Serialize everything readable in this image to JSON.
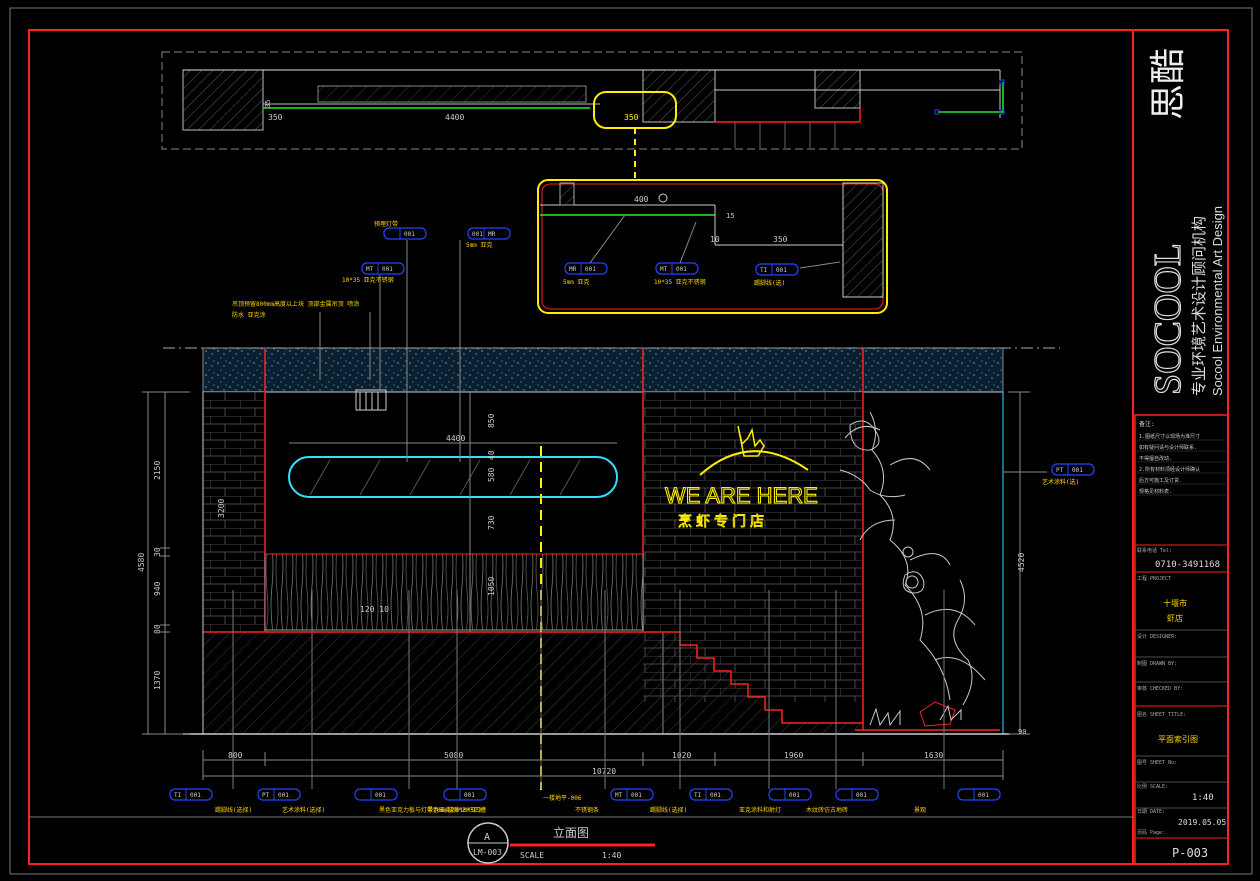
{
  "colors": {
    "frame": "#ff2020",
    "line": "#ffffff",
    "brick": "#7a0000",
    "ceiling": "#1a4a66",
    "yellow": "#ffee00",
    "cyan": "#33e0ff",
    "green": "#22ee22",
    "blue": "#2244ff",
    "dim": "#9a9a9a",
    "tag": "#ffd400"
  },
  "plan": {
    "dims": {
      "d350a": "350",
      "d35": "35",
      "d4400": "4400",
      "d350b": "350"
    }
  },
  "detail": {
    "dims": {
      "d400": "400",
      "d10": "10",
      "d350": "350",
      "d15": "15"
    },
    "tags": [
      {
        "code": "MR",
        "num": "001",
        "label": "5mm 亚克"
      },
      {
        "code": "MT",
        "num": "001",
        "label": "10*35 亚克不锈钢"
      },
      {
        "code": "TI",
        "num": "001",
        "label": "踢脚线(选)"
      }
    ]
  },
  "callouts": {
    "top": [
      {
        "code": "",
        "num": "001",
        "label": "预埋灯带"
      },
      {
        "code": "001",
        "num": "MR",
        "label": "5mm 亚克"
      },
      {
        "code": "MT",
        "num": "001",
        "label": "10*35 亚克不锈钢"
      }
    ],
    "note1": "吊顶预留800mm高度以上块  顶部金属吊顶  喷涂",
    "note2": "防水  亚克涂",
    "right": {
      "code": "PT",
      "num": "001",
      "label": "艺术涂料(选)"
    },
    "bottom": [
      {
        "code": "TI",
        "num": "001",
        "label": "踢脚线(选择)"
      },
      {
        "code": "PT",
        "num": "001",
        "label": "艺术涂料(选择)"
      },
      {
        "code": "",
        "num": "001",
        "label": "黑色亚克力板与灯带20mm缝隙10*5凹槽"
      },
      {
        "code": "",
        "num": "001",
        "label": "黑色亚克20*20凹口"
      },
      {
        "code": "",
        "num": "",
        "label": "一楼地平-006"
      },
      {
        "code": "MT",
        "num": "001",
        "label": "不锈钢条"
      },
      {
        "code": "TI",
        "num": "001",
        "label": "踢脚线(选择)"
      },
      {
        "code": "",
        "num": "001",
        "label": "亚克涂料和射灯"
      },
      {
        "code": "",
        "num": "001",
        "label": "木纹砖仿古地砖"
      },
      {
        "code": "",
        "num": "001",
        "label": "景观"
      }
    ]
  },
  "elevation": {
    "sign_title": "WE ARE HERE",
    "sign_sub": "烹虾专门店",
    "dims": {
      "w4400": "4400",
      "d850": "850",
      "d40": "40",
      "d580": "580",
      "d730": "730",
      "d1050": "1050",
      "d120_10": "120  10",
      "left2150": "2150",
      "left30": "30",
      "left940": "940",
      "left80": "80",
      "left1370": "1370",
      "left4580": "4580",
      "left3200": "3200",
      "right4520": "4520",
      "right90": "90",
      "b800": "800",
      "b5080": "5080",
      "b1020": "1020",
      "b1960": "1960",
      "b1630": "1630",
      "b10720": "10720"
    }
  },
  "label": {
    "letter": "A",
    "sheet_ref": "LM-003",
    "title": "立面图",
    "scale_label": "SCALE",
    "scale_value": "1:40"
  },
  "title_block": {
    "logo_letters": "SOCOOL",
    "logo_brand": "思酷",
    "company_cn": "专业环境艺术设计顾问机构",
    "company_en": "Socool Environmental Art Design",
    "notes_header": "备注:",
    "notes": [
      "1.图纸尺寸以现场为准尺寸",
      "如有疑问请与设计师联系.",
      "不得擅自改动.",
      "2.所有材料须经设计师确认",
      "后方可施工及订货.",
      "规格见材料表."
    ],
    "tel_label": "联系电话 Tel:",
    "tel": "0710-3491168",
    "project_label": "工程 PROJECT",
    "project_line1": "十堰市",
    "project_line2": "虾店",
    "designer_label": "设计 DESIGNER:",
    "drawn_label": "制图 DRAWN BY:",
    "checked_label": "审核 CHECKED BY:",
    "sheet_title_label": "图名 SHEET TITLE:",
    "sheet_title": "平面索引图",
    "sheet_no_label": "图号 SHEET No:",
    "scale_label": "比例 SCALE:",
    "scale": "1:40",
    "date_label": "日期 DATE:",
    "date": "2019.05.05",
    "page_label": "页码 Page:",
    "page": "P-003"
  }
}
